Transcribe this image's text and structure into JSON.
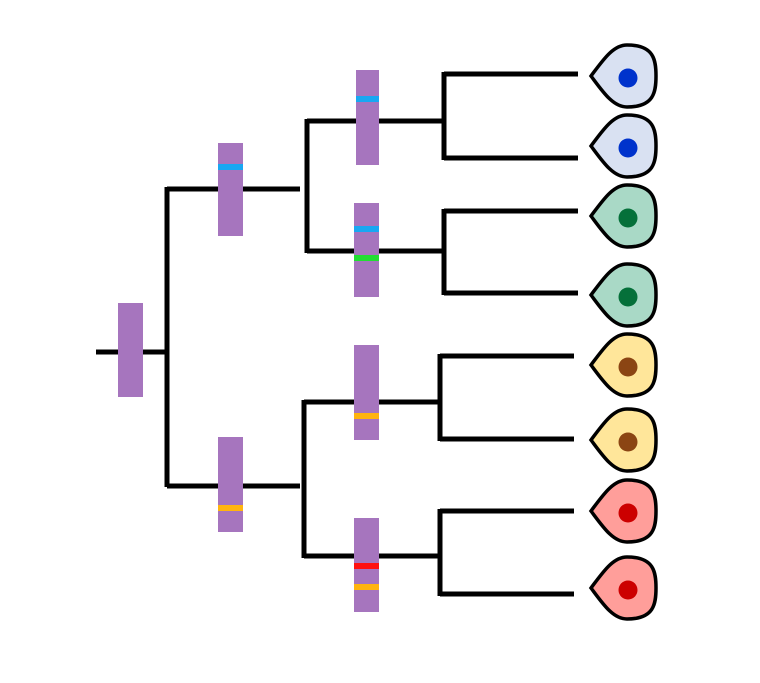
{
  "colors": {
    "line": "#000000",
    "chromosome": "#a675be",
    "mark_blue": "#19a7f2",
    "mark_green": "#22dd33",
    "mark_orange": "#ffb40f",
    "mark_red": "#ff1010"
  },
  "nodes": [
    {
      "id": "root",
      "marks": []
    },
    {
      "id": "gen1-top",
      "marks": [
        "mark_blue"
      ]
    },
    {
      "id": "gen1-bottom",
      "marks": [
        "mark_orange"
      ]
    },
    {
      "id": "gen2-a",
      "marks": [
        "mark_blue"
      ]
    },
    {
      "id": "gen2-b",
      "marks": [
        "mark_blue",
        "mark_green"
      ]
    },
    {
      "id": "gen2-c",
      "marks": [
        "mark_orange"
      ]
    },
    {
      "id": "gen2-d",
      "marks": [
        "mark_red",
        "mark_orange"
      ]
    }
  ],
  "cells": [
    {
      "id": "cell-1",
      "lineage": "gen2-a",
      "body_color": "#d9e1f2",
      "nucleus_color": "#0033cc"
    },
    {
      "id": "cell-2",
      "lineage": "gen2-a",
      "body_color": "#d9e1f2",
      "nucleus_color": "#0033cc"
    },
    {
      "id": "cell-3",
      "lineage": "gen2-b",
      "body_color": "#a9d9c6",
      "nucleus_color": "#05703a"
    },
    {
      "id": "cell-4",
      "lineage": "gen2-b",
      "body_color": "#a9d9c6",
      "nucleus_color": "#05703a"
    },
    {
      "id": "cell-5",
      "lineage": "gen2-c",
      "body_color": "#ffe69a",
      "nucleus_color": "#8b4513"
    },
    {
      "id": "cell-6",
      "lineage": "gen2-c",
      "body_color": "#ffe69a",
      "nucleus_color": "#8b4513"
    },
    {
      "id": "cell-7",
      "lineage": "gen2-d",
      "body_color": "#ff9e9a",
      "nucleus_color": "#cc0000"
    },
    {
      "id": "cell-8",
      "lineage": "gen2-d",
      "body_color": "#ff9e9a",
      "nucleus_color": "#cc0000"
    }
  ]
}
